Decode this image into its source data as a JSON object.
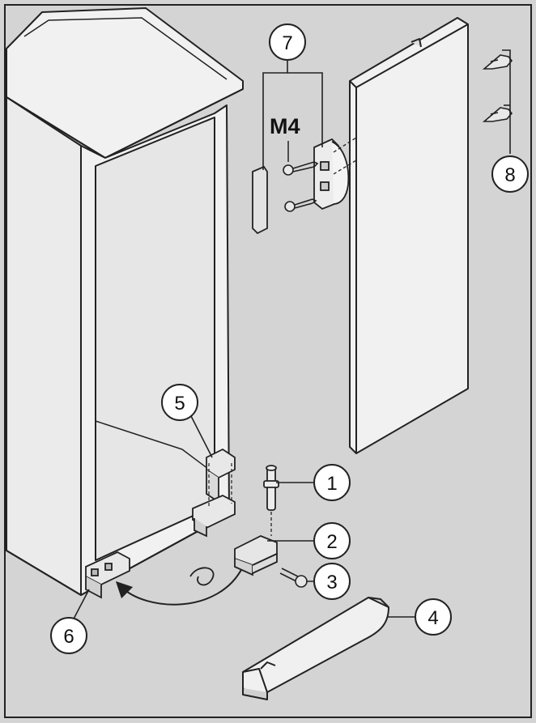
{
  "colors": {
    "background": "#d4d4d4",
    "part_fill": "#f1f1f1",
    "part_shade": "#c7c7c7",
    "line": "#222222",
    "callout_fill": "#ffffff"
  },
  "callouts": [
    {
      "id": "c1",
      "label": "1",
      "part": "hinge-pin"
    },
    {
      "id": "c2",
      "label": "2",
      "part": "lower-hinge-bracket"
    },
    {
      "id": "c3",
      "label": "3",
      "part": "screw"
    },
    {
      "id": "c4",
      "label": "4",
      "part": "hinge-cover"
    },
    {
      "id": "c5",
      "label": "5",
      "part": "upper-hinge-position"
    },
    {
      "id": "c6",
      "label": "6",
      "part": "opposite-hinge-position"
    },
    {
      "id": "c7",
      "label": "7",
      "part": "door-handle-parts"
    },
    {
      "id": "c8",
      "label": "8",
      "part": "plugs"
    }
  ],
  "screw_label": "M4"
}
